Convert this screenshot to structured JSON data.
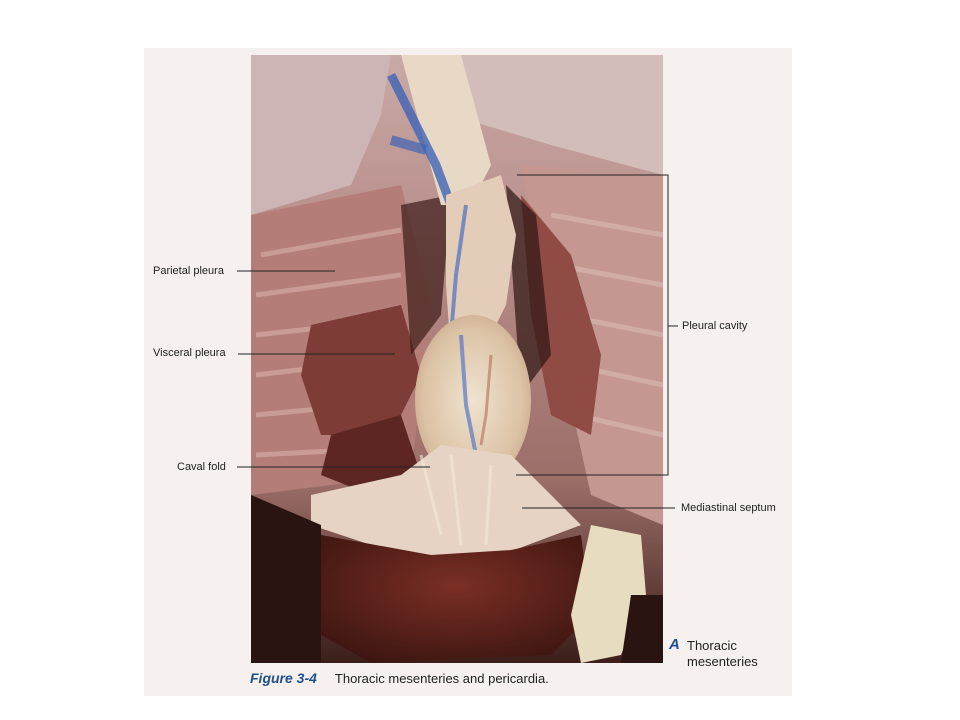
{
  "labels": {
    "parietal_pleura": "Parietal pleura",
    "visceral_pleura": "Visceral pleura",
    "caval_fold": "Caval fold",
    "pleural_cavity": "Pleural cavity",
    "mediastinal_septum": "Mediastinal septum"
  },
  "subfigure": {
    "letter": "A",
    "title_line1": "Thoracic",
    "title_line2": "mesenteries"
  },
  "caption": {
    "figure_number": "Figure 3-4",
    "text": "Thoracic mesenteries and pericardia."
  },
  "colors": {
    "figure_blue": "#1f4f8f"
  }
}
